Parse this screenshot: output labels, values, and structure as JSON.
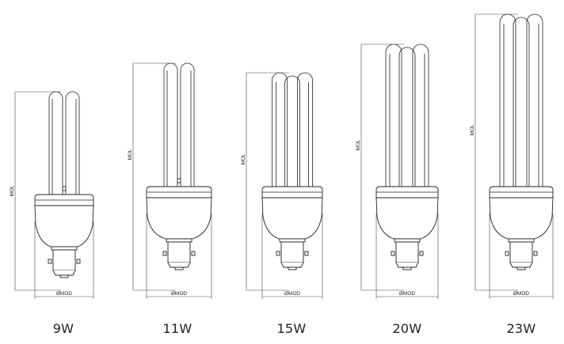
{
  "dimensions": {
    "height_label": "MOL",
    "diameter_label": "ØMOD"
  },
  "lamps": [
    {
      "wattage": "9W",
      "tubes": 2
    },
    {
      "wattage": "11W",
      "tubes": 2
    },
    {
      "wattage": "15W",
      "tubes": 3
    },
    {
      "wattage": "20W",
      "tubes": 3
    },
    {
      "wattage": "23W",
      "tubes": 3
    }
  ]
}
